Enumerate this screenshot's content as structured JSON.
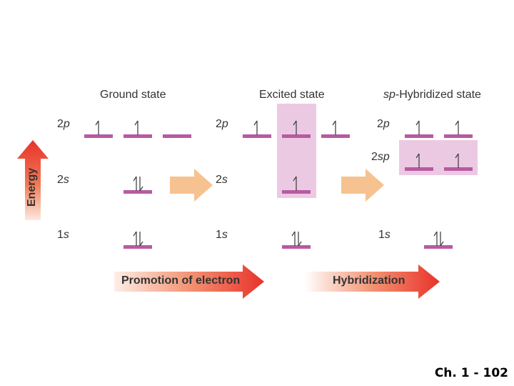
{
  "columns": {
    "ground": {
      "title": "Ground state"
    },
    "excited": {
      "title": "Excited state"
    },
    "hybrid": {
      "title_italic": "sp",
      "title_rest": "-Hybridized state"
    }
  },
  "level_labels": {
    "p": {
      "num": "2",
      "letter": "p"
    },
    "s2": {
      "num": "2",
      "letter": "s"
    },
    "s1": {
      "num": "1",
      "letter": "s"
    },
    "sp": {
      "num": "2",
      "letter": "sp"
    }
  },
  "energy_label": "Energy",
  "arrows": {
    "promotion": "Promotion of electron",
    "hybridization": "Hybridization"
  },
  "electron_config": {
    "ground": {
      "1s": "paired",
      "2s": "paired",
      "2p": [
        "up",
        "up",
        "empty"
      ]
    },
    "excited": {
      "1s": "paired",
      "2s": "up",
      "2p": [
        "up",
        "up",
        "up"
      ]
    },
    "sp_hybridized": {
      "1s": "paired",
      "2sp": [
        "up",
        "up"
      ],
      "2p": [
        "up",
        "up"
      ]
    }
  },
  "colors": {
    "orbital": "#b85aa2",
    "highlight": "#ecc9e3",
    "block_arrow": "#f6c28f",
    "process_arrow": "#e8322a"
  },
  "footer": "Ch. 1 - 102"
}
